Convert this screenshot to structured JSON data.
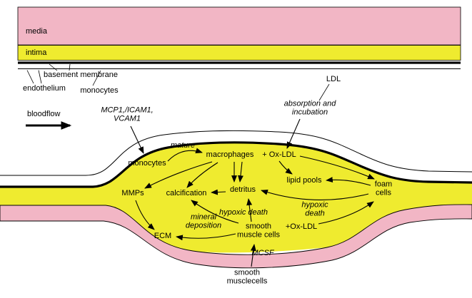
{
  "colors": {
    "media_pink": "#f2b6c5",
    "intima_yellow": "#efeb2f",
    "line_black": "#000000"
  },
  "labels": {
    "media": "media",
    "intima": "intima",
    "basement_membrane": "basement membrane",
    "endothelium": "endothelium",
    "monocytes_top": "monocytes",
    "bloodflow": "bloodflow",
    "mcp1_icam1_vcam1": "MCP1,/ICAM1,\nVCAM1",
    "ldl": "LDL",
    "absorption_incubation": "absorption and\nincubation",
    "monocytes_plaque": "monocytes",
    "mature": "mature",
    "macrophages": "macrophages",
    "ox_ldl_upper": "+ Ox-LDL",
    "lipid_pools": "lipid pools",
    "foam_cells": "foam\ncells",
    "mmps": "MMPs",
    "calcification": "calcification",
    "detritus": "detritus",
    "hypoxic_death_center": "hypoxic death",
    "hypoxic_death_right": "hypoxic\ndeath",
    "mineral_deposition": "mineral\ndeposition",
    "ecm": "ECM",
    "smooth_muscle_cells_plaque": "smooth\nmuscle cells",
    "ox_ldl_lower": "+Ox-LDL",
    "mcsf": "MCSF",
    "smooth_muscle_cells_bottom": "smooth\nmusclecells"
  }
}
